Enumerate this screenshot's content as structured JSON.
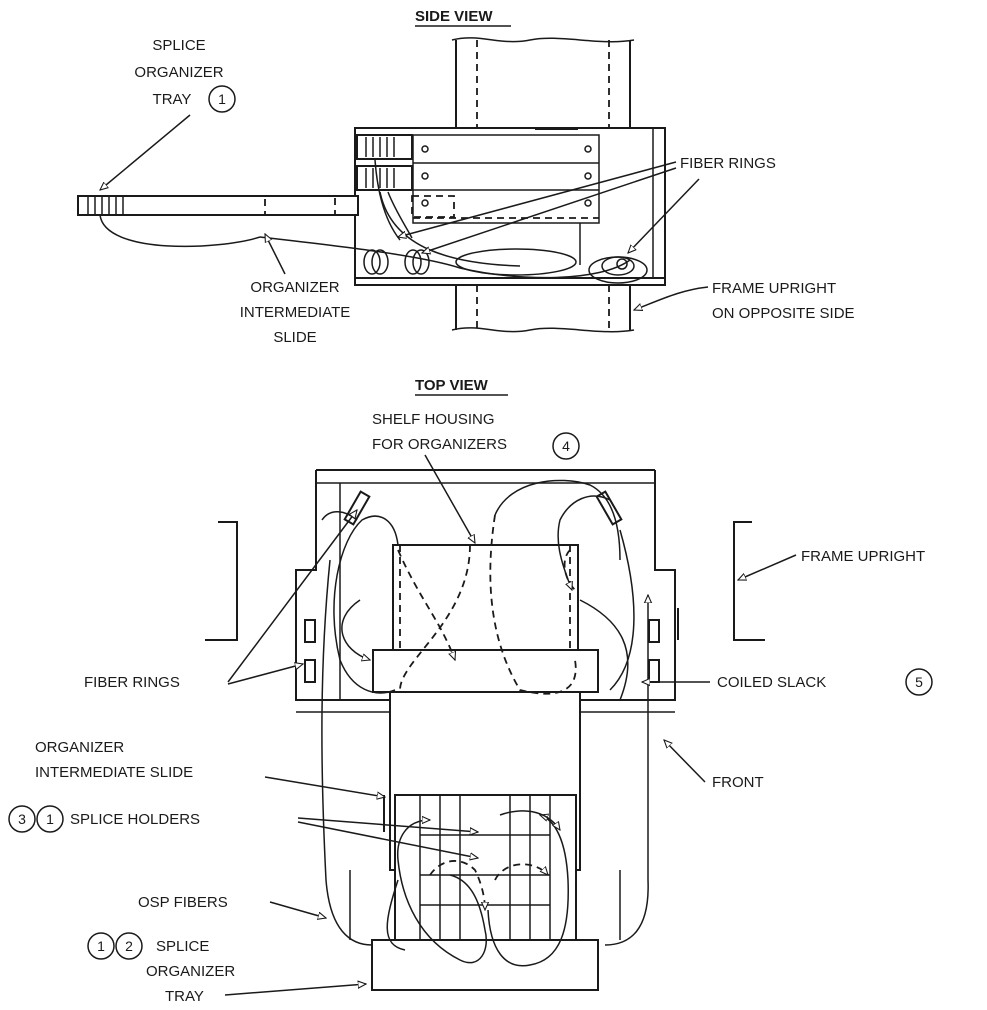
{
  "side_view": {
    "title": "SIDE VIEW",
    "splice_tray": [
      "SPLICE",
      "ORGANIZER",
      "TRAY"
    ],
    "splice_tray_number": "1",
    "fiber_rings": "FIBER RINGS",
    "intermediate_slide": [
      "ORGANIZER",
      "INTERMEDIATE",
      "SLIDE"
    ],
    "frame_upright": [
      "FRAME UPRIGHT",
      "ON OPPOSITE SIDE"
    ]
  },
  "top_view": {
    "title": "TOP VIEW",
    "shelf_housing": [
      "SHELF HOUSING",
      "FOR ORGANIZERS"
    ],
    "shelf_housing_number": "4",
    "frame_upright": "FRAME UPRIGHT",
    "fiber_rings": "FIBER RINGS",
    "coiled_slack": "COILED SLACK",
    "coiled_slack_number": "5",
    "intermediate_slide": [
      "ORGANIZER",
      "INTERMEDIATE SLIDE"
    ],
    "front": "FRONT",
    "splice_holders": "SPLICE HOLDERS",
    "splice_holders_numbers": [
      "3",
      "1"
    ],
    "osp_fibers": "OSP FIBERS",
    "splice_tray_numbers": [
      "1",
      "2"
    ],
    "splice_tray": [
      "SPLICE",
      "ORGANIZER",
      "TRAY"
    ]
  }
}
